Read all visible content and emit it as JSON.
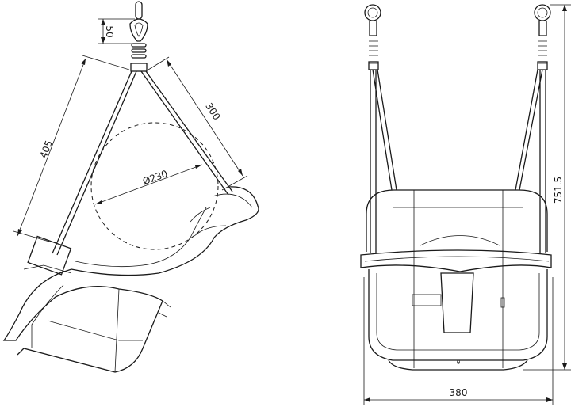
{
  "dimensions": {
    "hook_height": "50",
    "rope_long": "405",
    "rope_short": "300",
    "leg_opening": "Ø230",
    "total_height": "751.5",
    "total_width": "380"
  }
}
